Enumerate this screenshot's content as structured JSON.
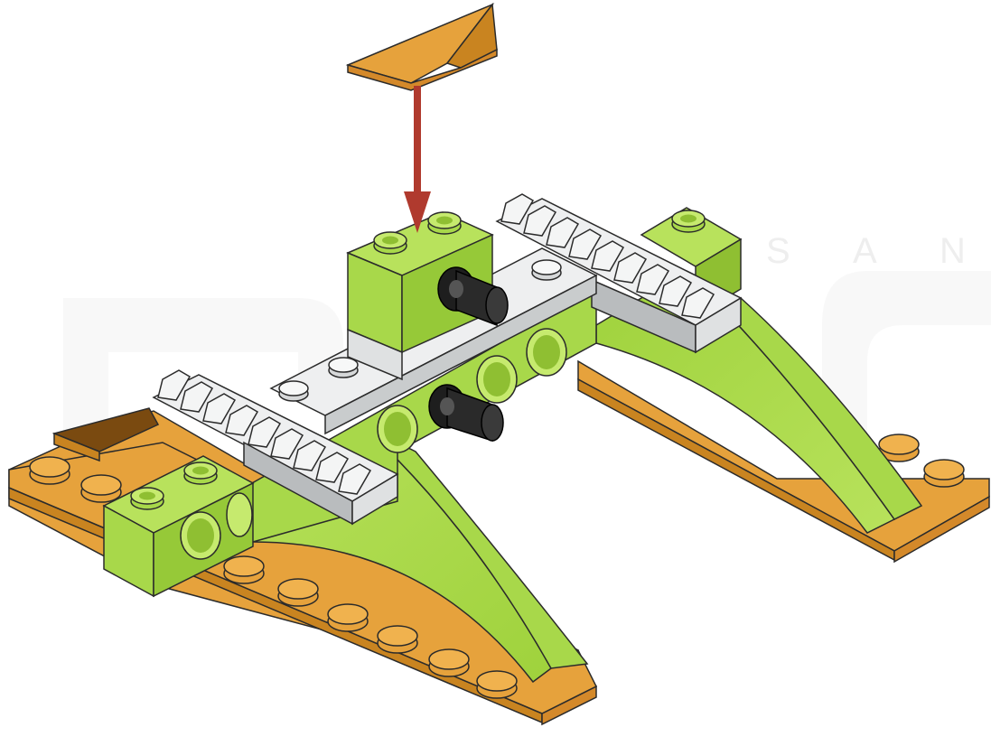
{
  "diagram": {
    "kind": "building-instruction-step",
    "watermark": {
      "visible_letters": [
        "S",
        "A",
        "N"
      ],
      "color": "#ececec"
    },
    "arrow": {
      "direction": "down",
      "color": "#b03a2e"
    },
    "colors": {
      "plate_orange": "#e6a23c",
      "plate_orange_dark": "#c98420",
      "plate_orange_side": "#d4892a",
      "brick_lime": "#a8d84a",
      "brick_lime_dark": "#8fbf32",
      "brick_lime_light": "#c6ea6e",
      "beam_white": "#dfe1e2",
      "beam_white_light": "#f2f3f3",
      "beam_white_dark": "#b9bcbe",
      "pin_black": "#1e1e1e",
      "outline": "#2b2b2b"
    },
    "parts": [
      {
        "name": "falling-slope-part",
        "color": "orange"
      },
      {
        "name": "lime-top-brick",
        "color": "lime"
      },
      {
        "name": "lime-corner-brick",
        "color": "lime"
      },
      {
        "name": "gear-rack-left",
        "color": "white"
      },
      {
        "name": "gear-rack-right",
        "color": "white"
      },
      {
        "name": "black-pin-upper",
        "color": "black"
      },
      {
        "name": "black-pin-lower",
        "color": "black"
      },
      {
        "name": "curved-slope-left",
        "color": "lime"
      },
      {
        "name": "curved-slope-right",
        "color": "lime"
      },
      {
        "name": "orange-base-plate-left",
        "color": "orange"
      },
      {
        "name": "orange-base-plate-right",
        "color": "orange"
      }
    ]
  }
}
